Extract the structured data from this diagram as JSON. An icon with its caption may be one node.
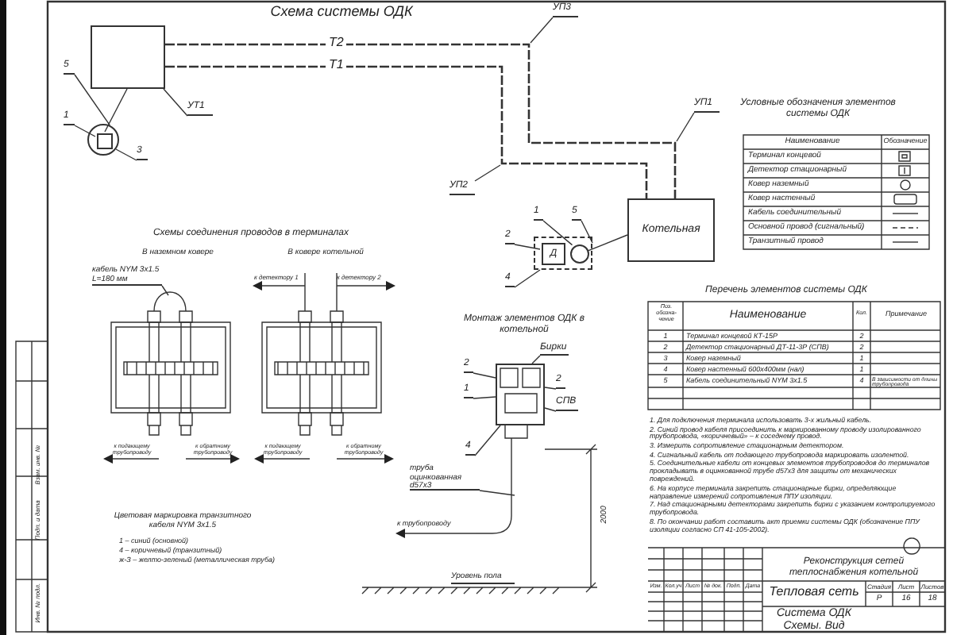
{
  "diagram": {
    "title": "Схема системы ОДК",
    "nodes": [
      {
        "text": [],
        "shape": "box"
      },
      {
        "text": [
          "УТ1"
        ]
      },
      {
        "text": [
          "5"
        ]
      },
      {
        "text": [
          "1"
        ]
      },
      {
        "text": [],
        "shape": "circle"
      },
      {
        "text": [],
        "shape": "box",
        "in": 4
      },
      {
        "text": [
          "3"
        ]
      },
      {
        "text": [
          "УП3"
        ]
      },
      {
        "text": [
          "УП1"
        ]
      },
      {
        "text": [
          "УП2"
        ]
      },
      {
        "text": [
          "1"
        ]
      },
      {
        "text": [
          "5"
        ]
      },
      {
        "text": [
          "2"
        ]
      },
      {
        "text": [],
        "shape": "box"
      },
      {
        "text": [
          "Д"
        ],
        "in": 13
      },
      {
        "text": [],
        "shape": "circle",
        "in": 13
      },
      {
        "text": [
          "Котельная"
        ]
      },
      {
        "text": [
          "4"
        ]
      },
      {
        "text": [
          "Бирки"
        ]
      },
      {
        "text": [
          "2"
        ]
      },
      {
        "text": [
          "1"
        ]
      },
      {
        "text": [
          "4"
        ]
      },
      {
        "text": [
          "2"
        ]
      },
      {
        "text": [
          "СПВ"
        ]
      },
      {
        "text": [
          "труба оцинкованная d57х3"
        ]
      },
      {
        "text": [
          "кабель NYM 3х1.5 L=180 мм"
        ]
      },
      {
        "text": [],
        "shape": "box"
      }
    ],
    "edges": [
      {
        "from": 0,
        "to": 16,
        "arrow": "none",
        "label": "Т2",
        "style": "dashed"
      },
      {
        "from": 0,
        "to": 16,
        "arrow": "none",
        "label": "Т1",
        "style": "dashed"
      },
      {
        "from": 5,
        "to": 0,
        "arrow": "none"
      },
      {
        "from": 15,
        "to": 16,
        "arrow": "none"
      },
      {
        "from": 1,
        "to": 0,
        "arrow": "none"
      },
      {
        "from": 2,
        "to": 4,
        "arrow": "none"
      },
      {
        "from": 3,
        "to": 5,
        "arrow": "none"
      },
      {
        "from": 6,
        "to": 4,
        "arrow": "none"
      },
      {
        "from": 7,
        "to": null,
        "arrow": "none"
      },
      {
        "from": 8,
        "to": null,
        "arrow": "none"
      },
      {
        "from": 9,
        "to": null,
        "arrow": "none"
      },
      {
        "from": 10,
        "to": 15,
        "arrow": "none"
      },
      {
        "from": 11,
        "to": 13,
        "arrow": "none"
      },
      {
        "from": 12,
        "to": 14,
        "arrow": "none"
      },
      {
        "from": 17,
        "to": 13,
        "arrow": "none"
      },
      {
        "from": 18,
        "to": 26,
        "arrow": "none"
      },
      {
        "from": 19,
        "to": 26,
        "arrow": "none"
      },
      {
        "from": 20,
        "to": 26,
        "arrow": "none"
      },
      {
        "from": 21,
        "to": 26,
        "arrow": "none"
      },
      {
        "from": 22,
        "to": 26,
        "arrow": "none"
      },
      {
        "from": 23,
        "to": 26,
        "arrow": "none"
      },
      {
        "from": 24,
        "to": null,
        "arrow": "none"
      },
      {
        "from": 25,
        "to": null,
        "arrow": "none"
      }
    ],
    "labels": [
      "Схемы соединения проводов в терминалах",
      "В наземном ковере",
      "В ковере котельной",
      "к детектору 1",
      "к детектору 2",
      "к подающему трубопроводу",
      "к обратному трубопроводу",
      "к подающему трубопроводу",
      "к обратному трубопроводу",
      "Цветовая маркировка транзитного кабеля NYM 3х1.5",
      "1 – синий (основной)",
      "4 – коричневый (транзитный)",
      "ж-З – желто-зеленый (металлическая труба)",
      "Монтаж элементов ОДК в котельной",
      "к трубопроводу",
      "2000",
      "Уровень пола",
      "Условные обозначения элементов системы ОДК",
      "Наименование",
      "Обозначение",
      "Перечень элементов системы ОДК",
      "Поз. обозна-чение",
      "Наименование",
      "Кол.",
      "Примечание",
      "1",
      "Терминал концевой КТ-15Р",
      "2",
      "2",
      "Детектор стационарный ДТ-11-3Р (СПВ)",
      "2",
      "3",
      "Ковер наземный",
      "1",
      "4",
      "Ковер настенный 600х400мм (нал)",
      "1",
      "5",
      "Кабель соединительный NYM 3х1.5",
      "4",
      "В зависимости от длины трубопровода",
      "1. Для подключения терминала использовать 3-х жильный кабель.",
      "2. Синий провод кабеля присоединить к маркированному проводу изолированного трубопровода, «коричневый» – к соседнему провод.",
      "3. Измерить сопротивление стационарным детектором.",
      "4. Сигнальный кабель от подающего трубопровода маркировать изолентой.",
      "5. Соединительные кабели от концевых элементов трубопроводов до терминалов прокладывать в оцинкованной трубе d57х3 для защиты от механических повреждений.",
      "6. На корпусе терминала закрепить стационарные бирки, определяющие направление измерений сопротивления ППУ изоляции.",
      "7. Над стационарными детекторами закрепить бирки с указанием контролируемого трубопровода.",
      "8. По окончании работ составить акт приемки системы ОДК (обозначение ППУ изоляции согласно СП 41-105-2002).",
      "Изм.",
      "Кол.уч",
      "Лист",
      "№ док.",
      "Подп.",
      "Дата",
      "Реконструкция сетей теплоснабжения котельной",
      "Тепловая сеть",
      "Стадия",
      "Лист",
      "Листов",
      "Р",
      "16",
      "18",
      "Система ОДК Схемы. Вид",
      "Инв. № подл.",
      "Подп. и дата",
      "Взам. инв. №"
    ],
    "legend": [
      {
        "text": "Терминал концевой"
      },
      {
        "text": "Детектор стационарный"
      },
      {
        "text": "Ковер наземный"
      },
      {
        "text": "Ковер настенный"
      },
      {
        "text": "Кабель соединительный"
      },
      {
        "text": "Основной провод (сигнальный)"
      },
      {
        "text": "Транзитный провод"
      }
    ]
  }
}
